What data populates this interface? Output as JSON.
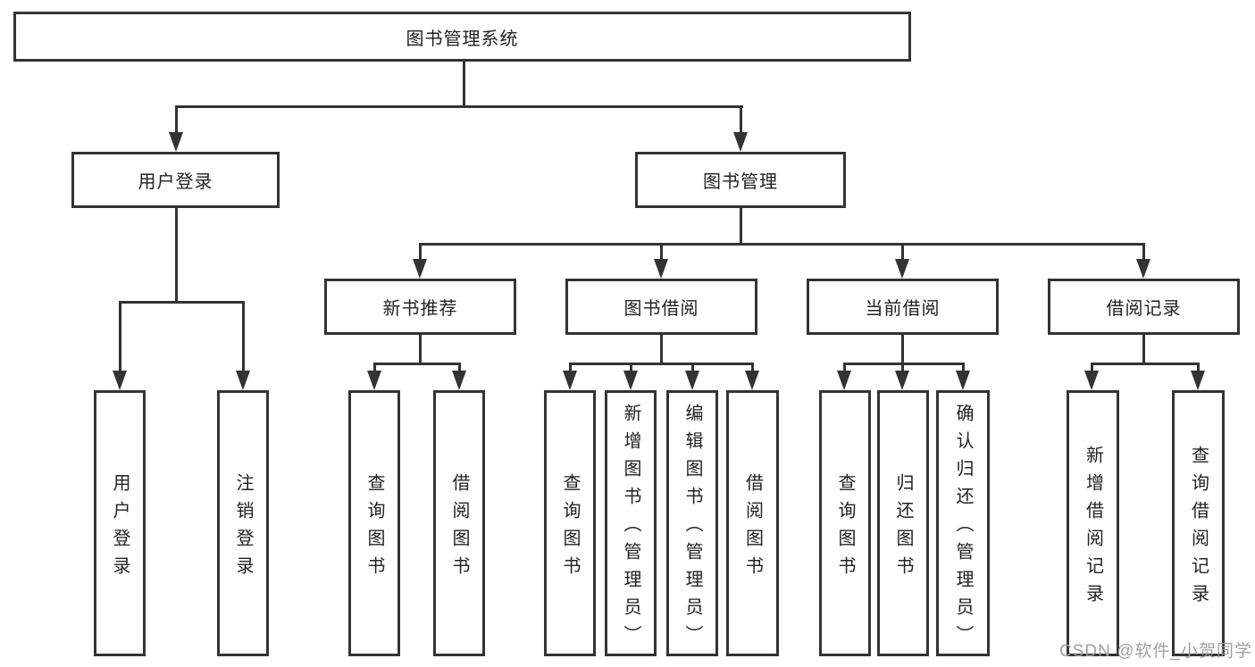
{
  "diagram": {
    "root": "图书管理系统",
    "level2": [
      "用户登录",
      "图书管理"
    ],
    "level3": [
      "新书推荐",
      "图书借阅",
      "当前借阅",
      "借阅记录"
    ],
    "leaves": {
      "user_login": [
        "用户登录",
        "注销登录"
      ],
      "new_books": [
        "查询图书",
        "借阅图书"
      ],
      "book_borrow": [
        "查询图书",
        "新增图书（管理员）",
        "编辑图书（管理员）",
        "借阅图书"
      ],
      "current_borrow": [
        "查询图书",
        "归还图书",
        "确认归还（管理员）"
      ],
      "borrow_records": [
        "新增借阅记录",
        "查询借阅记录"
      ]
    }
  },
  "watermark": "CSDN @软件_小贺同学",
  "colors": {
    "line": "#333333",
    "text": "#222222",
    "watermark": "#9b9b9b",
    "background": "#ffffff"
  }
}
